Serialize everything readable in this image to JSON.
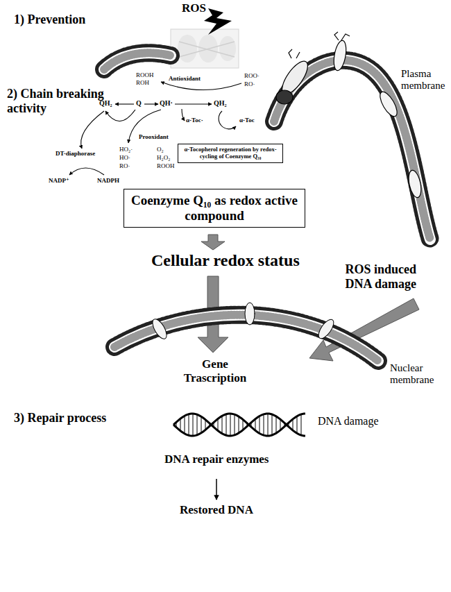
{
  "diagram": {
    "nodes": [
      {
        "text": [
          "Coenzyme Q₁₀ as redox active compound"
        ]
      },
      {
        "text": [
          "α-Tocopherol regeneration by redox-cycling of Coenzyme Q₁₀"
        ]
      }
    ],
    "labels": [
      "1) Prevention",
      "ROS",
      "Plasma membrane",
      "2) Chain breaking activity",
      "ROOH",
      "ROH",
      "Antioxidant",
      "ROO·",
      "RO·",
      "QH₂",
      "Q",
      "QH·",
      "QH₂",
      "α-Toc·",
      "α-Toc",
      "DT-diaphorase",
      "Prooxidant",
      "HO₂·",
      "HO·",
      "RO·",
      "O₂",
      "H₂O₂",
      "ROOH",
      "NADP⁺",
      "NADPH",
      "Cellular redox status",
      "ROS induced DNA damage",
      "Nuclear membrane",
      "Gene Trascription",
      "3) Repair process",
      "DNA damage",
      "DNA repair enzymes",
      "Restored DNA"
    ]
  }
}
